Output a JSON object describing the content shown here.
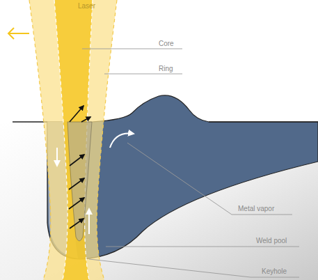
{
  "diagram": {
    "labels": [
      "Laser",
      "Core",
      "Ring",
      "Metal vapor",
      "Weld pool",
      "Keyhole"
    ]
  }
}
